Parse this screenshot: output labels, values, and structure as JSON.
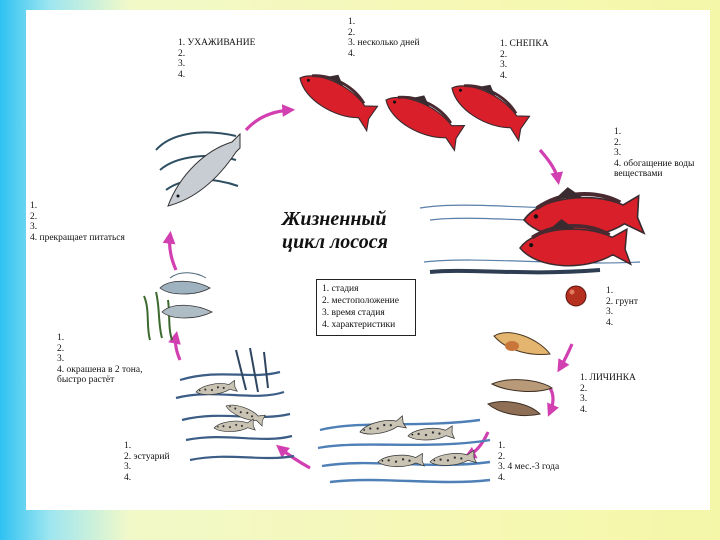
{
  "title": {
    "line1": "Жизненный",
    "line2": "цикл лосося"
  },
  "legend": {
    "items": [
      "1. стадия",
      "2. местоположение",
      "3. время стадия",
      "4. характеристики"
    ]
  },
  "stages": {
    "care": {
      "lines": [
        "1. УХАЖИВАНИЕ",
        "2.",
        "3.",
        "4."
      ]
    },
    "several_days": {
      "lines": [
        "1.",
        "2.",
        "3. несколько дней",
        "4."
      ]
    },
    "spawning": {
      "lines": [
        "1. СНЕПКА",
        "2.",
        "3.",
        "4."
      ]
    },
    "water": {
      "lines": [
        "1.",
        "2.",
        "3.",
        "4. обогащение воды",
        "веществами"
      ]
    },
    "ground": {
      "lines": [
        "1.",
        "2. грунт",
        "3.",
        "4."
      ]
    },
    "larva": {
      "lines": [
        "1. ЛИЧИНКА",
        "2.",
        "3.",
        "4."
      ]
    },
    "fry": {
      "lines": [
        "1.",
        "2.",
        "3. 4 мес.-3 года",
        "4."
      ]
    },
    "estuary": {
      "lines": [
        "1.",
        "2. эстуарий",
        "3.",
        "4."
      ]
    },
    "ocean": {
      "lines": [
        "1.",
        "2.",
        "3.",
        "4. окрашена в 2 тона,",
        "быстро растёт"
      ]
    },
    "stop": {
      "lines": [
        "1.",
        "2.",
        "3.",
        "4. прекращает питаться"
      ]
    }
  },
  "colors": {
    "arrow": "#d23fb0",
    "salmon_red": "#d81f2a",
    "salmon_dark": "#3a2b30",
    "water_blue": "#4e7fb6",
    "egg": "#b5301f"
  }
}
